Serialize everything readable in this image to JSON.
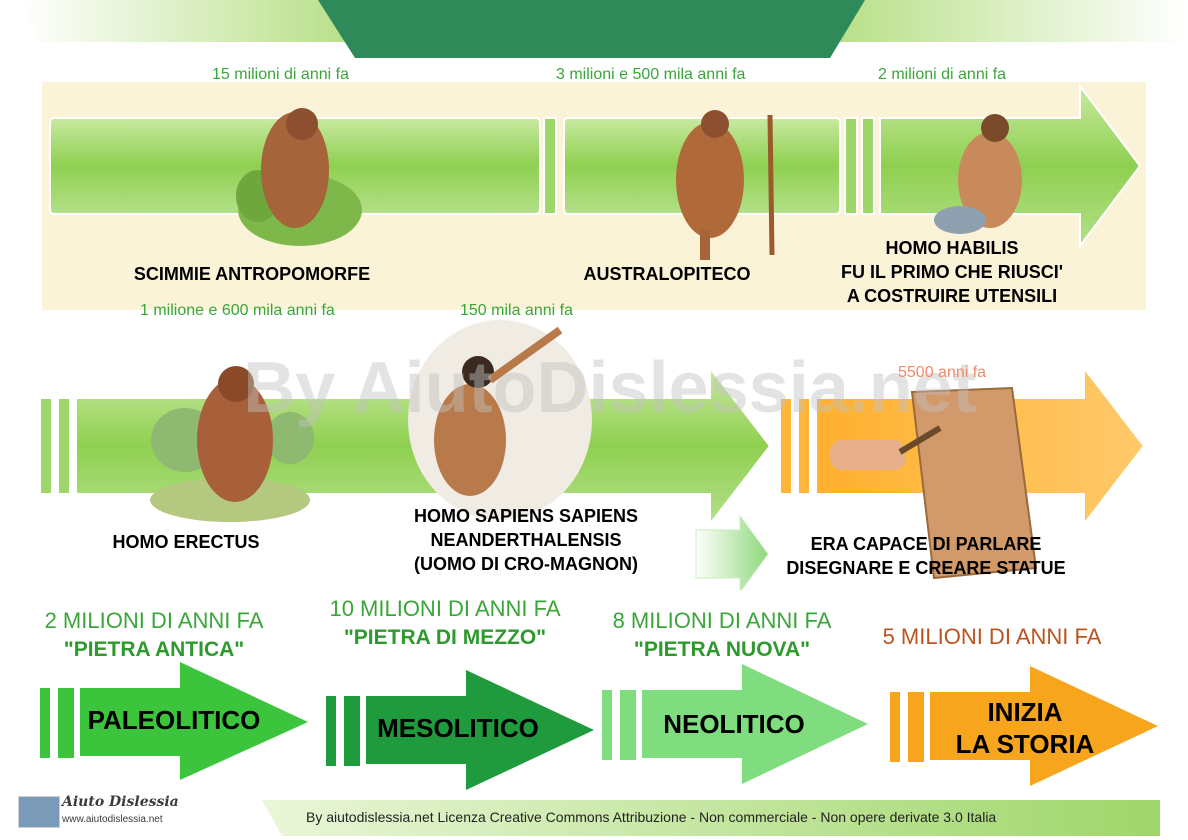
{
  "row1": {
    "dates": [
      "15 milioni di anni fa",
      "3 milioni e 500 mila anni fa",
      "2 milioni di anni fa"
    ],
    "labels": {
      "scimmie": "SCIMMIE ANTROPOMORFE",
      "australopiteco": "AUSTRALOPITECO",
      "habilis_1": "HOMO HABILIS",
      "habilis_2": "FU IL PRIMO CHE RIUSCI'",
      "habilis_3": "A COSTRUIRE UTENSILI"
    }
  },
  "row2": {
    "dates": [
      "1 milione e 600 mila anni fa",
      "150 mila anni fa",
      "5500 anni fa"
    ],
    "labels": {
      "erectus": "HOMO ERECTUS",
      "sapiens_1": "HOMO SAPIENS SAPIENS",
      "sapiens_2": "NEANDERTHALENSIS",
      "sapiens_3": "(UOMO DI CRO-MAGNON)",
      "capace_1": "ERA CAPACE DI PARLARE",
      "capace_2": "DISEGNARE E CREARE STATUE"
    }
  },
  "watermark": "By AiutoDislessia.net",
  "periods": [
    {
      "date": "2 MILIONI DI ANNI FA",
      "name": "\"PIETRA ANTICA\"",
      "label": "PALEOLITICO",
      "color": "#3cc43c"
    },
    {
      "date": "10 MILIONI DI ANNI FA",
      "name": "\"PIETRA DI MEZZO\"",
      "label": "MESOLITICO",
      "color": "#1f9a3c"
    },
    {
      "date": "8 MILIONI DI ANNI FA",
      "name": "\"PIETRA NUOVA\"",
      "label": "NEOLITICO",
      "color": "#7fdc7f"
    },
    {
      "date": "5 MILIONI DI ANNI FA",
      "name": "",
      "label_1": "INIZIA",
      "label_2": "LA STORIA",
      "color": "#f7a51c"
    }
  ],
  "logo": {
    "title": "Aiuto Dislessia",
    "url": "www.aiutodislessia.net"
  },
  "footer": "By aiutodislessia.net Licenza Creative Commons Attribuzione - Non commerciale - Non opere derivate 3.0 Italia",
  "colors": {
    "green": "#3aa63a",
    "dark_green": "#2a8a4a",
    "orange": "#f7a51c",
    "brown_text": "#b9541f"
  }
}
